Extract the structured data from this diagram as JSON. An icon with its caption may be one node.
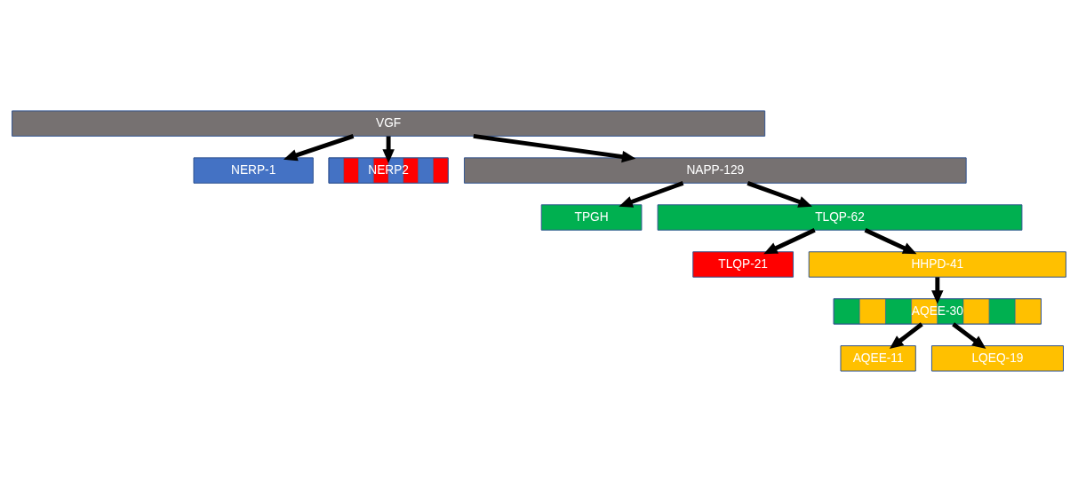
{
  "diagram": {
    "nodes": [
      {
        "text": [
          "VGF"
        ]
      },
      {
        "text": [
          "NERP-1"
        ]
      },
      {
        "text": [
          "NERP2"
        ]
      },
      {
        "text": [
          "NAPP-129"
        ]
      },
      {
        "text": [
          "TPGH"
        ]
      },
      {
        "text": [
          "TLQP-62"
        ]
      },
      {
        "text": [
          "TLQP-21"
        ]
      },
      {
        "text": [
          "HHPD-41"
        ]
      },
      {
        "text": [
          "AQEE-30"
        ]
      },
      {
        "text": [
          "AQEE-11"
        ]
      },
      {
        "text": [
          "LQEQ-19"
        ]
      }
    ],
    "edges": [
      {
        "from": 0,
        "to": 1,
        "arrow": "to"
      },
      {
        "from": 0,
        "to": 2,
        "arrow": "to"
      },
      {
        "from": 0,
        "to": 3,
        "arrow": "to"
      },
      {
        "from": 3,
        "to": 4,
        "arrow": "to"
      },
      {
        "from": 3,
        "to": 5,
        "arrow": "to"
      },
      {
        "from": 5,
        "to": 6,
        "arrow": "to"
      },
      {
        "from": 5,
        "to": 7,
        "arrow": "to"
      },
      {
        "from": 7,
        "to": 8,
        "arrow": "to"
      },
      {
        "from": 8,
        "to": 9,
        "arrow": "to"
      },
      {
        "from": 8,
        "to": 10,
        "arrow": "to"
      }
    ]
  }
}
